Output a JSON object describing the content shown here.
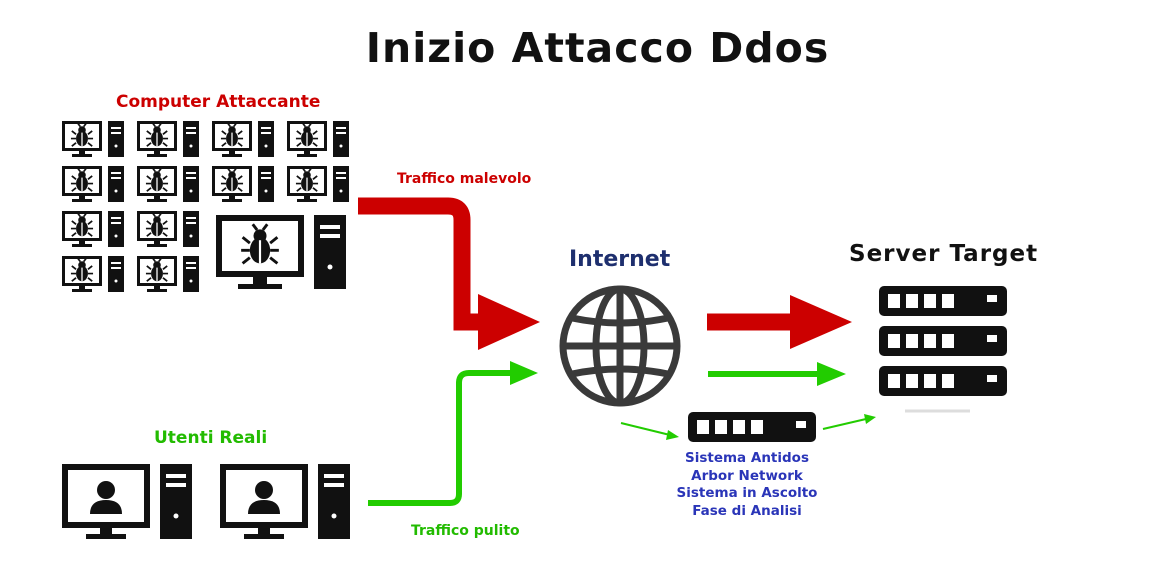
{
  "title": "Inizio Attacco Ddos",
  "attackers": {
    "label": "Computer Attaccante"
  },
  "users": {
    "label": "Utenti Reali"
  },
  "flows": {
    "malicious": "Traffico malevolo",
    "clean": "Traffico pulito"
  },
  "internet": {
    "label": "Internet"
  },
  "server": {
    "label": "Server Target"
  },
  "antiddos": {
    "lines": [
      "Sistema Antidos",
      "Arbor Network",
      "Sistema in Ascolto",
      "Fase di Analisi"
    ]
  },
  "colors": {
    "malicious": "#cc0000",
    "clean": "#22cc00",
    "text_blue": "#2a35b8",
    "dark": "#111111"
  },
  "icons": [
    "infected-computer-icon",
    "user-computer-icon",
    "globe-icon",
    "server-rack-icon",
    "bug-icon"
  ]
}
